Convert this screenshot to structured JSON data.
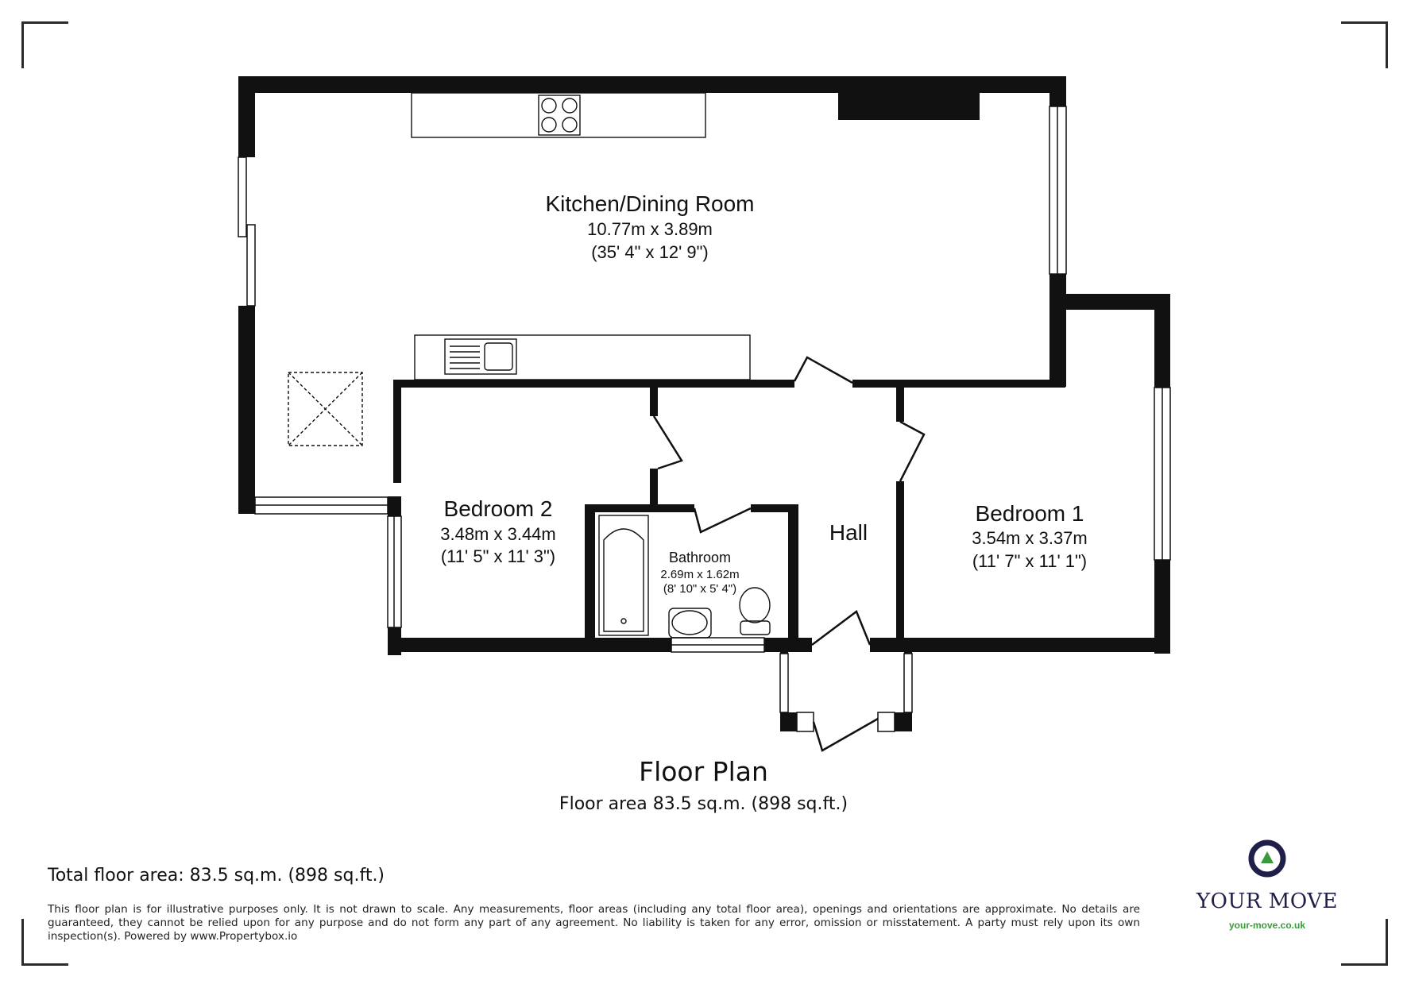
{
  "rooms": {
    "kitchen": {
      "name": "Kitchen/Dining Room",
      "metric": "10.77m x 3.89m",
      "imperial": "(35' 4\" x 12' 9\")"
    },
    "bedroom2": {
      "name": "Bedroom 2",
      "metric": "3.48m x 3.44m",
      "imperial": "(11' 5\" x 11' 3\")"
    },
    "bathroom": {
      "name": "Bathroom",
      "metric": "2.69m x 1.62m",
      "imperial": "(8' 10\" x 5' 4\")"
    },
    "hall": {
      "name": "Hall"
    },
    "bedroom1": {
      "name": "Bedroom 1",
      "metric": "3.54m x 3.37m",
      "imperial": "(11' 7\" x 11' 1\")"
    }
  },
  "plan": {
    "title": "Floor Plan",
    "floor_area": "Floor area 83.5 sq.m. (898 sq.ft.)"
  },
  "footer": {
    "total_area": "Total floor area: 83.5 sq.m. (898 sq.ft.)",
    "disclaimer": "This floor plan is for illustrative purposes only. It is not drawn to scale. Any measurements, floor areas (including any total floor area), openings and orientations are approximate. No details are guaranteed, they cannot be relied upon for any purpose and do not form any part of any agreement. No liability is taken for any error, omission or misstatement. A party must rely upon its own inspection(s). Powered by www.Propertybox.io"
  },
  "brand": {
    "name": "YOUR MOVE",
    "url": "your-move.co.uk",
    "colors": {
      "navy": "#1f1f4a",
      "green": "#3a9a3a"
    }
  },
  "icons": [
    "hob-icon",
    "sink-icon",
    "skylight-icon",
    "bath-icon",
    "basin-icon",
    "toilet-icon",
    "door-swing-icon",
    "window-icon",
    "logo-pin-icon"
  ]
}
